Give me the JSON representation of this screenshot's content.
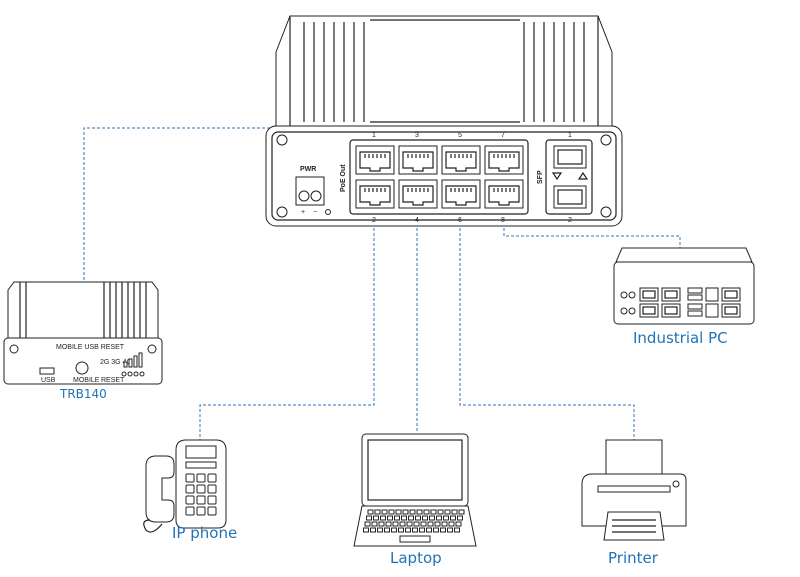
{
  "switch": {
    "pwr_label": "PWR",
    "poe_label": "PoE Out",
    "sfp_label": "SFP",
    "pwr_plus": "+",
    "pwr_minus": "−",
    "top_ports": [
      "1",
      "3",
      "5",
      "7"
    ],
    "bottom_ports": [
      "2",
      "4",
      "6",
      "8"
    ],
    "sfp_top": "1",
    "sfp_bottom": "2"
  },
  "router": {
    "name": "TRB140",
    "panel_text": "MOBILE  USB  RESET",
    "usb_label": "USB",
    "mobile_label": "MOBILE",
    "reset_label": "RESET",
    "signal_label": "2G 3G 4G"
  },
  "devices": {
    "industrial_pc": "Industrial PC",
    "ip_phone": "IP phone",
    "laptop": "Laptop",
    "printer": "Printer"
  },
  "colors": {
    "label": "#1f73b7",
    "connection": "#2b74b8",
    "outline": "#222222"
  }
}
